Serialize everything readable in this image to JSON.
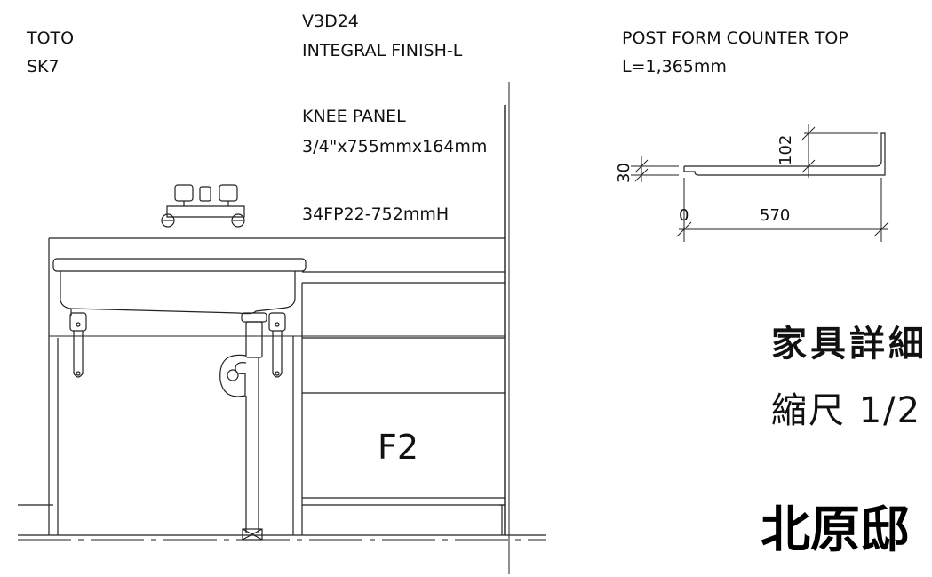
{
  "labels": {
    "maker": "TOTO",
    "model": "SK7",
    "color_code": "V3D24",
    "finish": "INTEGRAL FINISH-L",
    "knee_panel": "KNEE PANEL",
    "knee_panel_size": "3/4\"x755mmx164mm",
    "panel_code": "34FP22-752mmH",
    "counter_top": "POST FORM COUNTER TOP",
    "counter_length": "L=1,365mm",
    "drawer_tag": "F2"
  },
  "dimensions": {
    "depth": "570",
    "zero": "0",
    "backsplash_height": "102",
    "top_thickness": "30"
  },
  "title_block": {
    "drawing_name": "家具詳細",
    "scale": "縮尺 1/2",
    "project": "北原邸"
  },
  "colors": {
    "line": "#222222",
    "text": "#111111"
  }
}
